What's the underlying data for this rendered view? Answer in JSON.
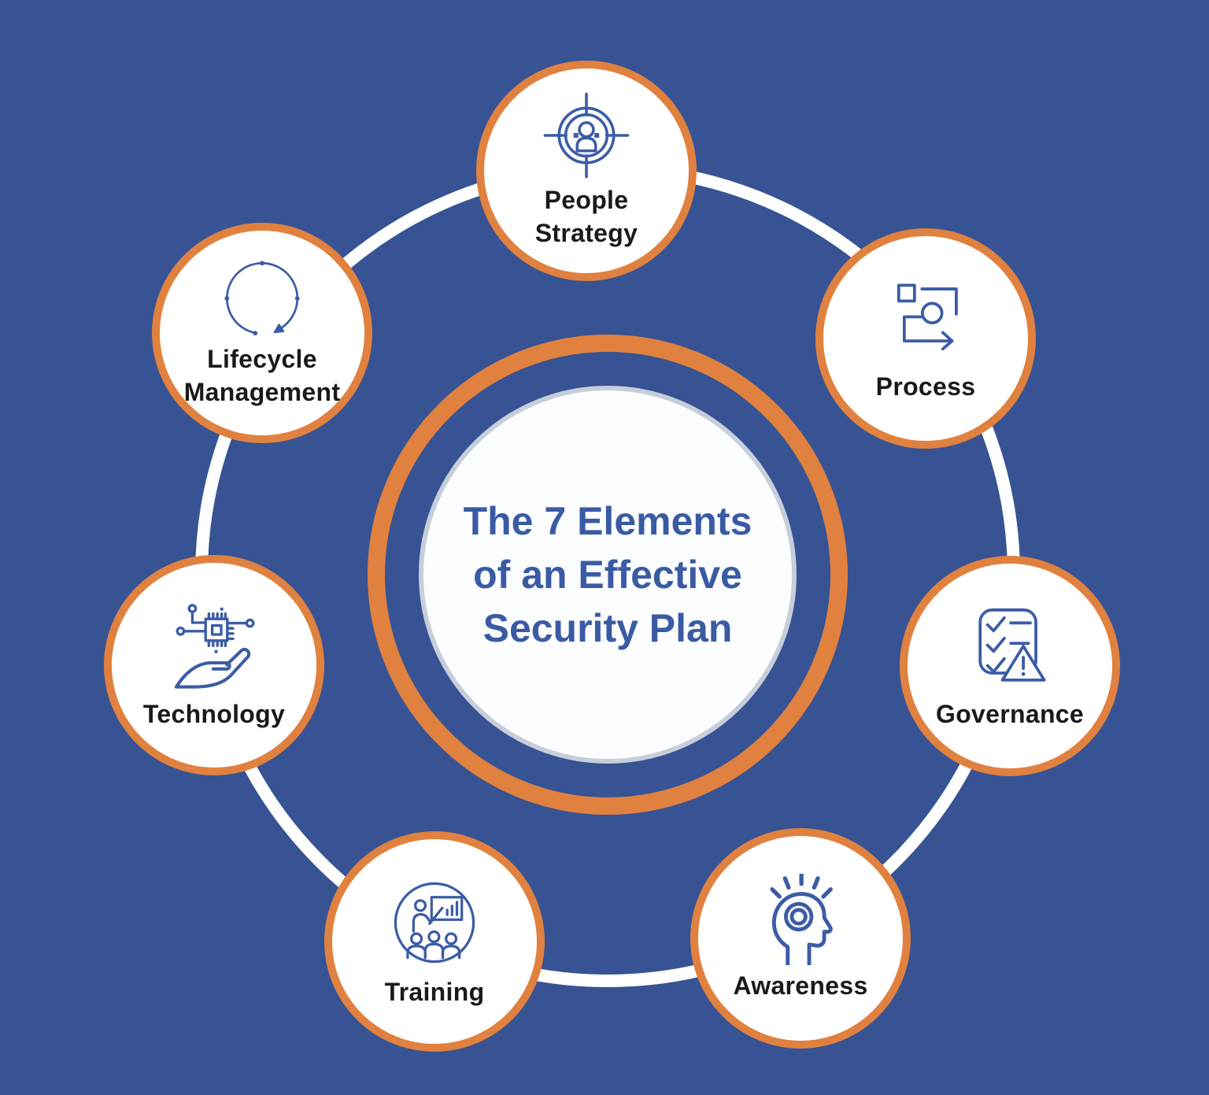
{
  "title": {
    "line1": "The 7 Elements",
    "line2": "of an Effective",
    "line3": "Security Plan",
    "full": "The 7 Elements of an Effective Security Plan"
  },
  "nodes": [
    {
      "id": "people-strategy",
      "label": "People\nStrategy",
      "icon": "target-person-icon"
    },
    {
      "id": "process",
      "label": "Process",
      "icon": "workflow-arrow-icon"
    },
    {
      "id": "governance",
      "label": "Governance",
      "icon": "checklist-warning-icon"
    },
    {
      "id": "awareness",
      "label": "Awareness",
      "icon": "mind-awareness-icon"
    },
    {
      "id": "training",
      "label": "Training",
      "icon": "presentation-training-icon"
    },
    {
      "id": "technology",
      "label": "Technology",
      "icon": "hand-chip-icon"
    },
    {
      "id": "lifecycle-management",
      "label": "Lifecycle\nManagement",
      "icon": "lifecycle-arrows-icon"
    }
  ],
  "colors": {
    "background_blue": "#375394",
    "accent_orange": "#E08140",
    "circle_white": "#FFFFFF",
    "connector_ring_white": "#FFFFFF",
    "title_blue": "#3A5BA4",
    "label_dark": "#1A1A1C",
    "icon_stroke_blue": "#3C5CA6",
    "center_rim_silver": "#C7CEDA"
  }
}
